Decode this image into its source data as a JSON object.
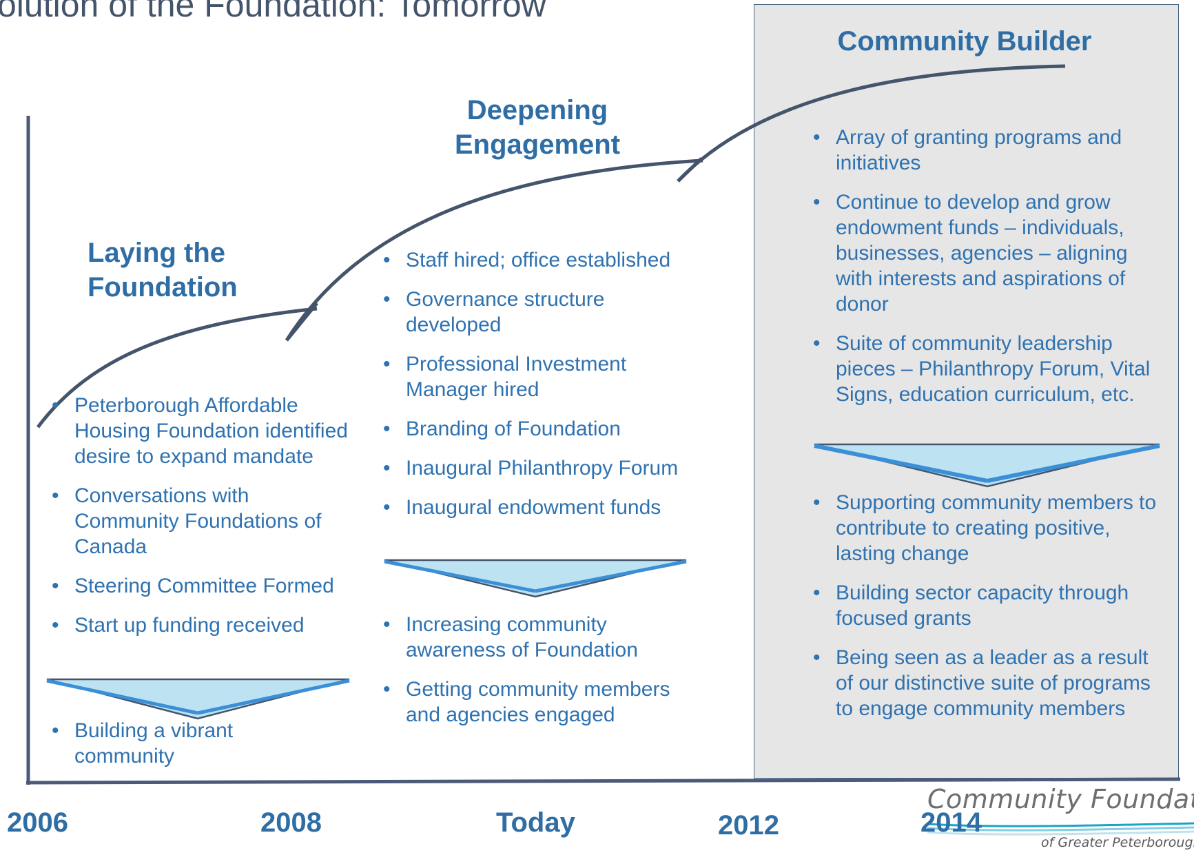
{
  "title": "olution of the Foundation: Tomorrow",
  "colors": {
    "text_blue": "#2f72b0",
    "heading_blue": "#2f6ea4",
    "curve": "#44546a",
    "triangle_fill": "#bde3f2",
    "box_fill": "#e6e6e6"
  },
  "phases": [
    {
      "heading": "Laying the Foundation",
      "bullets": [
        "Peterborough Affordable Housing Foundation identified desire to expand mandate",
        "Conversations with Community Foundations of Canada",
        "Steering Committee Formed",
        "Start up funding received"
      ],
      "outcomes": [
        "Building a vibrant community"
      ]
    },
    {
      "heading": "Deepening Engagement",
      "bullets": [
        "Staff hired; office established",
        "Governance structure developed",
        "Professional Investment Manager hired",
        "Branding of Foundation",
        "Inaugural Philanthropy Forum",
        "Inaugural endowment funds"
      ],
      "outcomes": [
        "Increasing  community awareness of Foundation",
        "Getting community members and agencies engaged"
      ]
    },
    {
      "heading": "Community Builder",
      "bullets": [
        "Array of granting programs and initiatives",
        "Continue to develop and grow endowment funds – individuals, businesses, agencies – aligning with interests and aspirations of donor",
        "Suite of community leadership pieces – Philanthropy Forum, Vital Signs,  education curriculum, etc."
      ],
      "outcomes": [
        "Supporting community members to contribute to creating positive, lasting change",
        "Building sector capacity through focused grants",
        "Being seen as a leader as a result of our distinctive suite of programs to engage community members"
      ]
    }
  ],
  "timeline": [
    "2006",
    "2008",
    "Today",
    "2012",
    "2014"
  ],
  "logo": {
    "name": "Community Foundation",
    "sub": "of Greater Peterborough"
  }
}
